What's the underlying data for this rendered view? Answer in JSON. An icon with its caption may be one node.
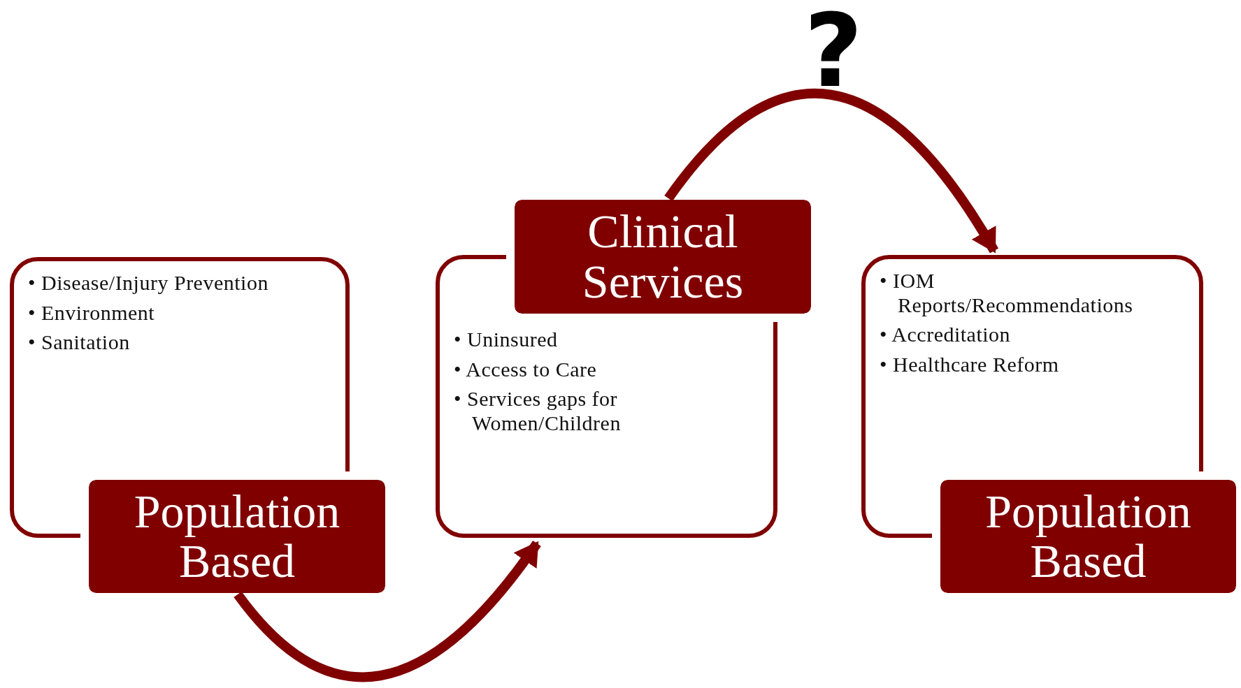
{
  "diagram": {
    "nodes": [
      {
        "text": [
          "Population Based",
          "• Disease/Injury Prevention",
          "• Environment",
          "• Sanitation"
        ]
      },
      {
        "text": [
          "Clinical Services",
          "• Uninsured",
          "• Access to Care",
          "• Services gaps for Women/Children"
        ]
      },
      {
        "text": [
          "Population Based",
          "• IOM Reports/Recommendations",
          "• Accreditation",
          "• Healthcare Reform"
        ]
      }
    ],
    "edges": [
      {
        "from": 0,
        "to": 1,
        "arrow": "to"
      },
      {
        "from": 1,
        "to": 2,
        "arrow": "to"
      }
    ],
    "labels": [
      "?"
    ]
  }
}
